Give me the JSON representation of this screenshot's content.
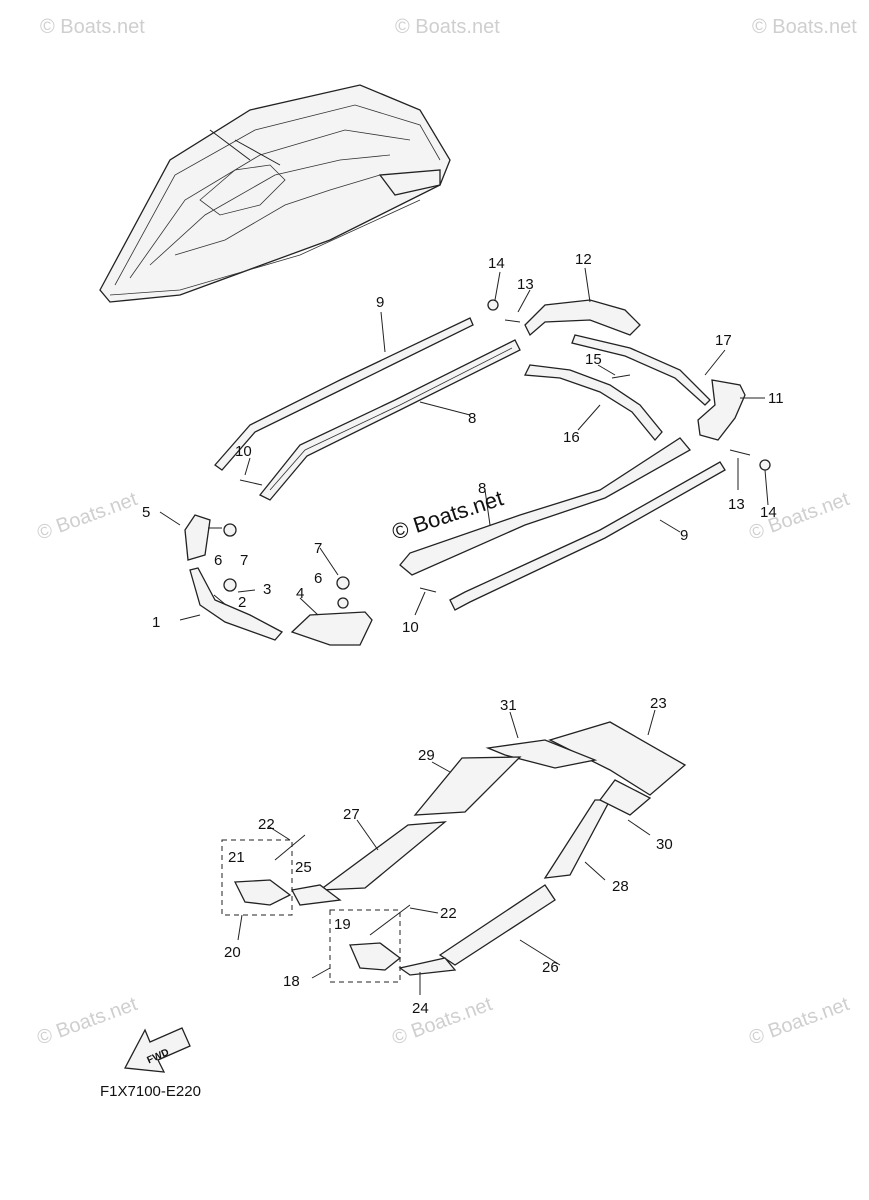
{
  "watermark": {
    "text": "© Boats.net"
  },
  "watermark_top": {
    "text": "© Boats.net"
  },
  "center_watermark": {
    "text": "© Boats.net"
  },
  "diagram_code": "F1X7100-E220",
  "fwd_label": "FWD",
  "callouts": {
    "n1": "1",
    "n2": "2",
    "n3": "3",
    "n4": "4",
    "n5": "5",
    "n6a": "6",
    "n6b": "6",
    "n7a": "7",
    "n7b": "7",
    "n8a": "8",
    "n8b": "8",
    "n9a": "9",
    "n9b": "9",
    "n10a": "10",
    "n10b": "10",
    "n11": "11",
    "n12": "12",
    "n13a": "13",
    "n13b": "13",
    "n14a": "14",
    "n14b": "14",
    "n15": "15",
    "n16": "16",
    "n17": "17",
    "n18": "18",
    "n19": "19",
    "n20": "20",
    "n21": "21",
    "n22a": "22",
    "n22b": "22",
    "n23": "23",
    "n24": "24",
    "n25": "25",
    "n26": "26",
    "n27": "27",
    "n28": "28",
    "n29": "29",
    "n30": "30",
    "n31": "31"
  }
}
